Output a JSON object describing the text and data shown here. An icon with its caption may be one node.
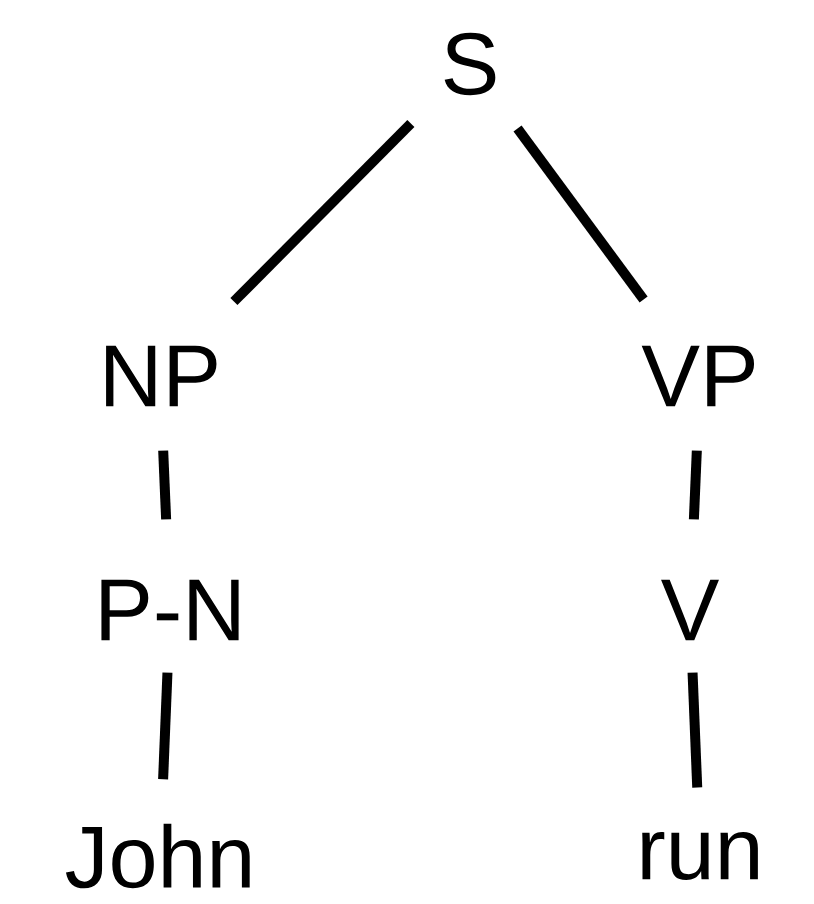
{
  "diagram": {
    "nodes": [
      {
        "text": [
          "S"
        ]
      },
      {
        "text": [
          "NP"
        ]
      },
      {
        "text": [
          "VP"
        ]
      },
      {
        "text": [
          "P-N"
        ]
      },
      {
        "text": [
          "V"
        ]
      },
      {
        "text": [
          "John"
        ]
      },
      {
        "text": [
          "run"
        ]
      }
    ],
    "edges": [
      {
        "from": 0,
        "to": 1,
        "arrow": "none"
      },
      {
        "from": 0,
        "to": 2,
        "arrow": "none"
      },
      {
        "from": 1,
        "to": 3,
        "arrow": "none"
      },
      {
        "from": 2,
        "to": 4,
        "arrow": "none"
      },
      {
        "from": 3,
        "to": 5,
        "arrow": "none"
      },
      {
        "from": 4,
        "to": 6,
        "arrow": "none"
      }
    ]
  }
}
